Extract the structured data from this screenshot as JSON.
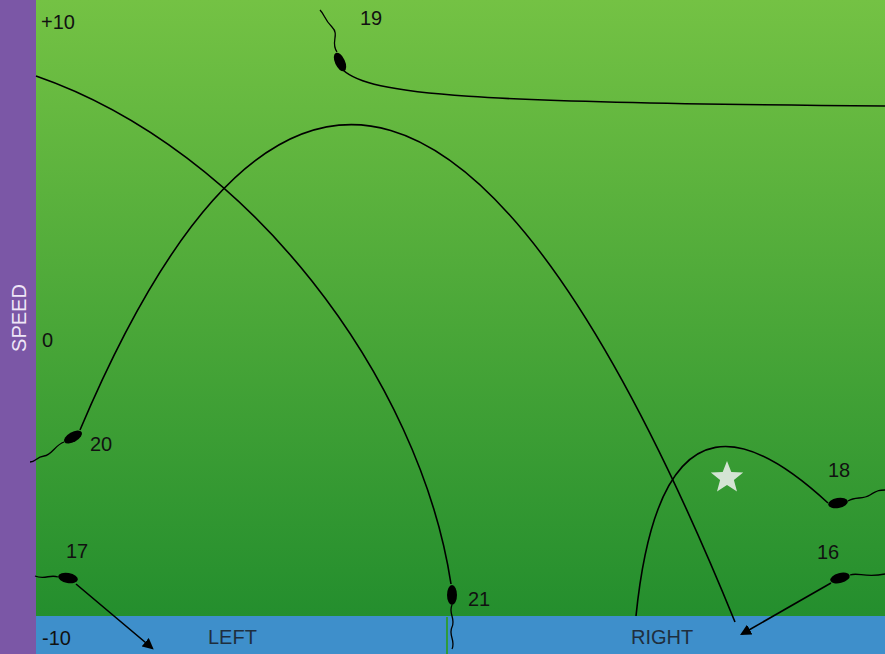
{
  "diagram": {
    "nodes": [
      {
        "text": [
          "SPEED"
        ]
      },
      {
        "text": [
          "LEFT",
          "RIGHT"
        ]
      }
    ],
    "labels": [
      "+10",
      "19",
      "0",
      "20",
      "18",
      "17",
      "21",
      "16",
      "-10"
    ]
  }
}
